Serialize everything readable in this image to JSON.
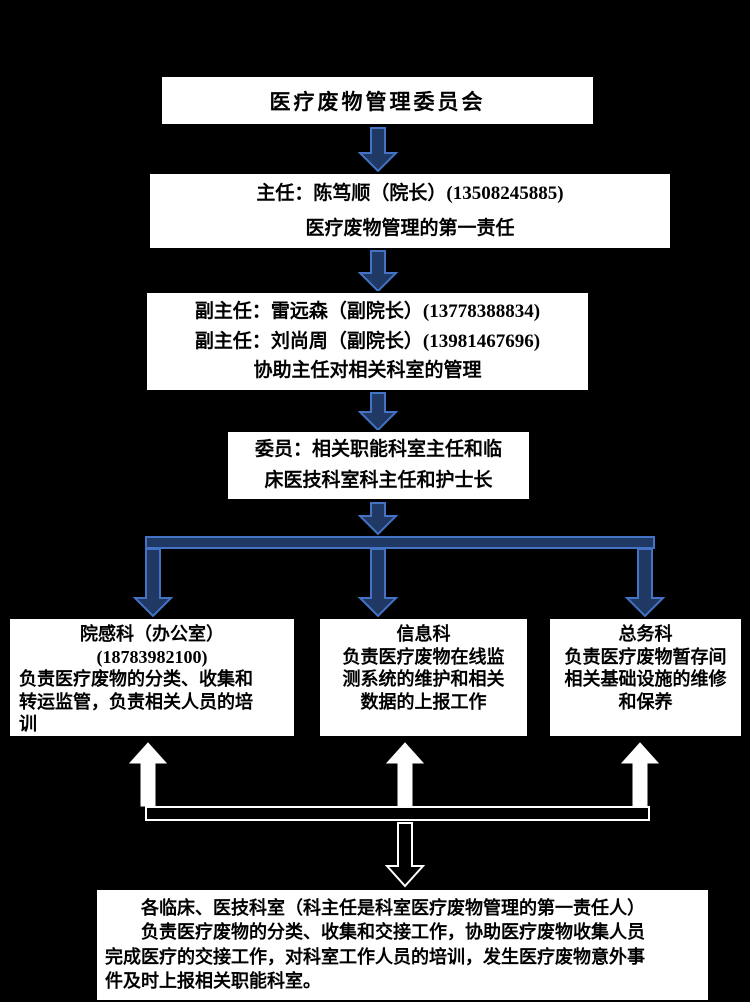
{
  "chart": {
    "title": "医疗废物管理委员会",
    "director": {
      "line1": "主任：陈笃顺（院长）(13508245885)",
      "line2": "医疗废物管理的第一责任"
    },
    "deputy": {
      "line1": "副主任：雷远森（副院长）(13778388834)",
      "line2": "副主任：刘尚周（副院长）(13981467696)",
      "line3": "协助主任对相关科室的管理"
    },
    "members": {
      "text": "委员：相关职能科室主任和临\n床医技科室科主任和护士长"
    },
    "departments": [
      {
        "title": "院感科（办公室）",
        "phone": "(18783982100)",
        "body": "负责医疗废物的分类、收集和\n转运监管，负责相关人员的培\n训"
      },
      {
        "title": "信息科",
        "body": "负责医疗废物在线监\n测系统的维护和相关\n数据的上报工作"
      },
      {
        "title": "总务科",
        "body": "负责医疗废物暂存间\n相关基础设施的维修\n和保养"
      }
    ],
    "bottom": {
      "para1": "各临床、医技科室（科主任是科室医疗废物管理的第一责任人）",
      "para2": "负责医疗废物的分类、收集和交接工作，协助医疗废物收集人员\n完成医疗的交接工作，对科室工作人员的培训，发生医疗废物意外事\n件及时上报相关职能科室。"
    }
  },
  "colors": {
    "background": "#000000",
    "box_fill": "#ffffff",
    "text": "#000000",
    "arrow_fill_blue": "#1f3864",
    "arrow_outline_blue": "#4472c4",
    "arrow_white": "#ffffff"
  }
}
